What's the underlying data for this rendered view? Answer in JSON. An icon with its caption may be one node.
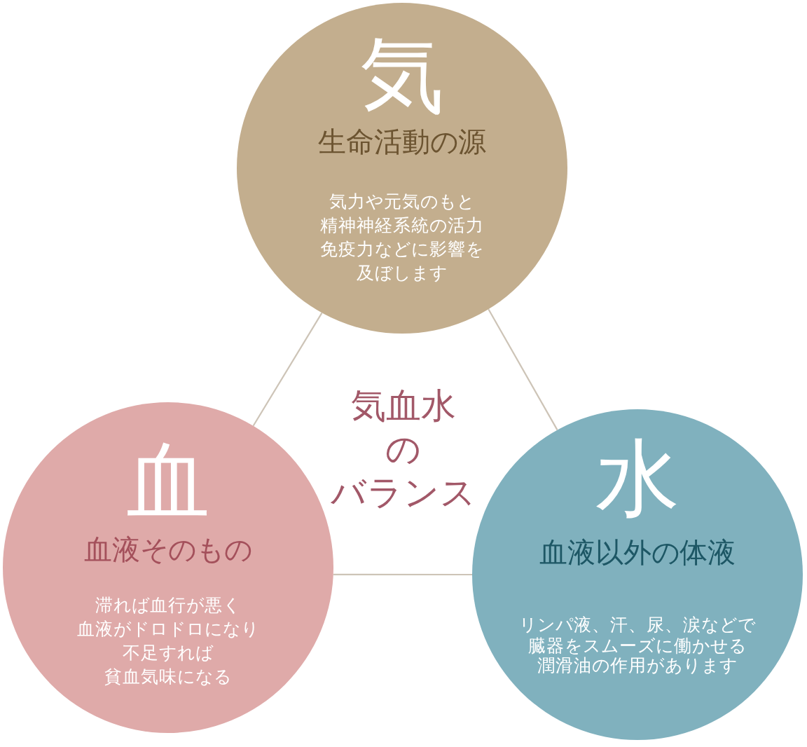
{
  "diagram": {
    "nodes": [
      {
        "text": [
          "気",
          "生命活動の源",
          "気力や元気のもと精神神経系統の活力免疫力などに影響を及ぼします"
        ]
      },
      {
        "text": [
          "血",
          "血液そのもの",
          "滞れば血行が悪く血液がドロドロになり不足すれば貧血気味になる"
        ]
      },
      {
        "text": [
          "水",
          "血液以外の体液",
          "リンパ液、汗、尿、涙などで臓器をスムーズに働かせる潤滑油の作用があります"
        ]
      }
    ],
    "edges": [
      {
        "from": 0,
        "to": 1,
        "arrow": "none"
      },
      {
        "from": 0,
        "to": 2,
        "arrow": "none"
      },
      {
        "from": 1,
        "to": 2,
        "arrow": "none"
      }
    ],
    "labels": [
      "気血水のバランス"
    ]
  }
}
